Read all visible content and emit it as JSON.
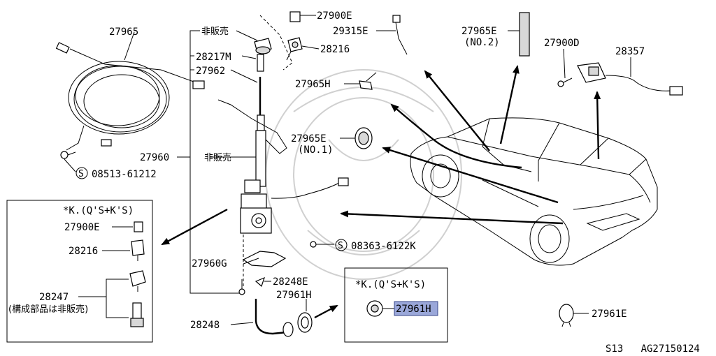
{
  "labels": {
    "l_27965": "27965",
    "l_hihanbai_top": "非販売",
    "l_28217m": "28217M",
    "l_27962": "27962",
    "l_27900e_top": "27900E",
    "l_28216_top": "28216",
    "l_29315e": "29315E",
    "l_27965e_no2": "27965E",
    "l_no2": "(NO.2)",
    "l_27900d": "27900D",
    "l_28357": "28357",
    "l_27965h": "27965H",
    "l_27965e_no1": "27965E",
    "l_no1": "(NO.1)",
    "l_27960": "27960",
    "l_hihanbai_mid": "非販売",
    "l_08513": "08513-61212",
    "l_08363": "08363-6122K",
    "l_27960g": "27960G",
    "l_28248e": "28248E",
    "l_27961h": "27961H",
    "l_28248": "28248",
    "l_27961e": "27961E",
    "s_mark": "S"
  },
  "inset_left": {
    "title": "*K.(Q'S+K'S)",
    "l_27900e": "27900E",
    "l_28216": "28216",
    "l_28247": "28247",
    "note": "(構成部品は非販売)"
  },
  "inset_right": {
    "title": "*K.(Q'S+K'S)",
    "part": "27961H",
    "highlight_color": "#9aa7d9"
  },
  "footer": {
    "code": "S13   AG27150124"
  }
}
